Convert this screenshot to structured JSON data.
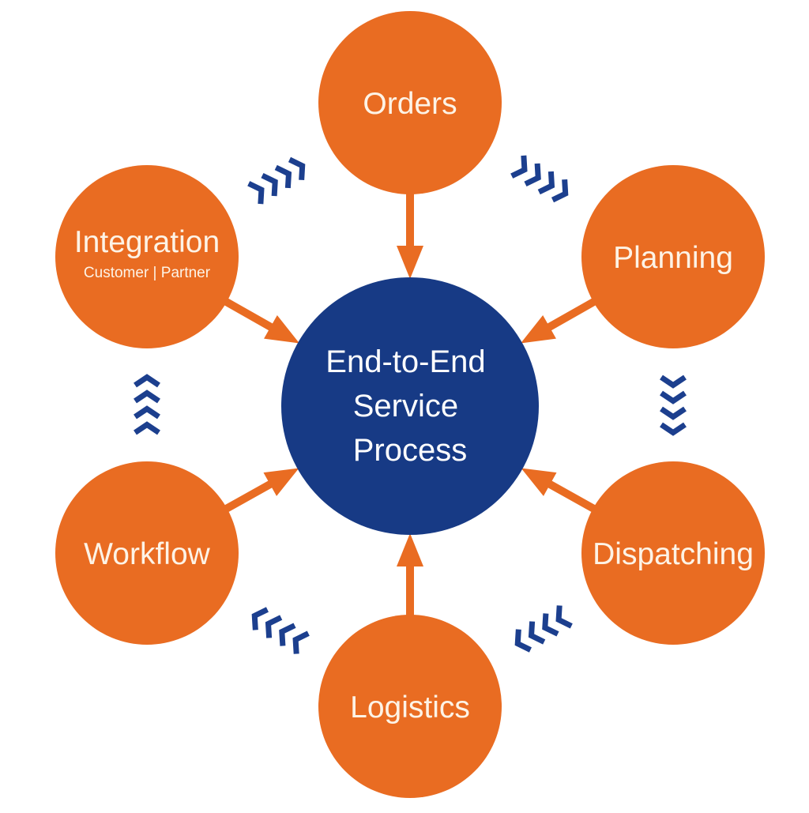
{
  "diagram": {
    "type": "hub-and-spoke process cycle",
    "colors": {
      "node": "#E96C22",
      "hub": "#173A85",
      "chevron": "#1C3F8E",
      "text": "#FDF3E6",
      "background": "#FFFFFF"
    },
    "hub": {
      "id": "hub",
      "lines": [
        "End-to-End",
        "Service",
        "Process"
      ]
    },
    "nodes": [
      {
        "id": "orders",
        "label": "Orders",
        "sublabel": ""
      },
      {
        "id": "planning",
        "label": "Planning",
        "sublabel": ""
      },
      {
        "id": "dispatching",
        "label": "Dispatching",
        "sublabel": ""
      },
      {
        "id": "logistics",
        "label": "Logistics",
        "sublabel": ""
      },
      {
        "id": "workflow",
        "label": "Workflow",
        "sublabel": ""
      },
      {
        "id": "integration",
        "label": "Integration",
        "sublabel": "Customer | Partner"
      }
    ],
    "edges": [
      {
        "from": "orders",
        "to": "hub",
        "style": "arrow"
      },
      {
        "from": "planning",
        "to": "hub",
        "style": "arrow"
      },
      {
        "from": "dispatching",
        "to": "hub",
        "style": "arrow"
      },
      {
        "from": "logistics",
        "to": "hub",
        "style": "arrow"
      },
      {
        "from": "workflow",
        "to": "hub",
        "style": "arrow"
      },
      {
        "from": "integration",
        "to": "hub",
        "style": "arrow"
      }
    ],
    "flow": [
      {
        "from": "integration",
        "to": "orders",
        "style": "chevrons",
        "count": 4
      },
      {
        "from": "orders",
        "to": "planning",
        "style": "chevrons",
        "count": 4
      },
      {
        "from": "planning",
        "to": "dispatching",
        "style": "chevrons",
        "count": 4
      },
      {
        "from": "dispatching",
        "to": "logistics",
        "style": "chevrons",
        "count": 4
      },
      {
        "from": "logistics",
        "to": "workflow",
        "style": "chevrons",
        "count": 4
      },
      {
        "from": "workflow",
        "to": "integration",
        "style": "chevrons",
        "count": 4
      }
    ]
  }
}
